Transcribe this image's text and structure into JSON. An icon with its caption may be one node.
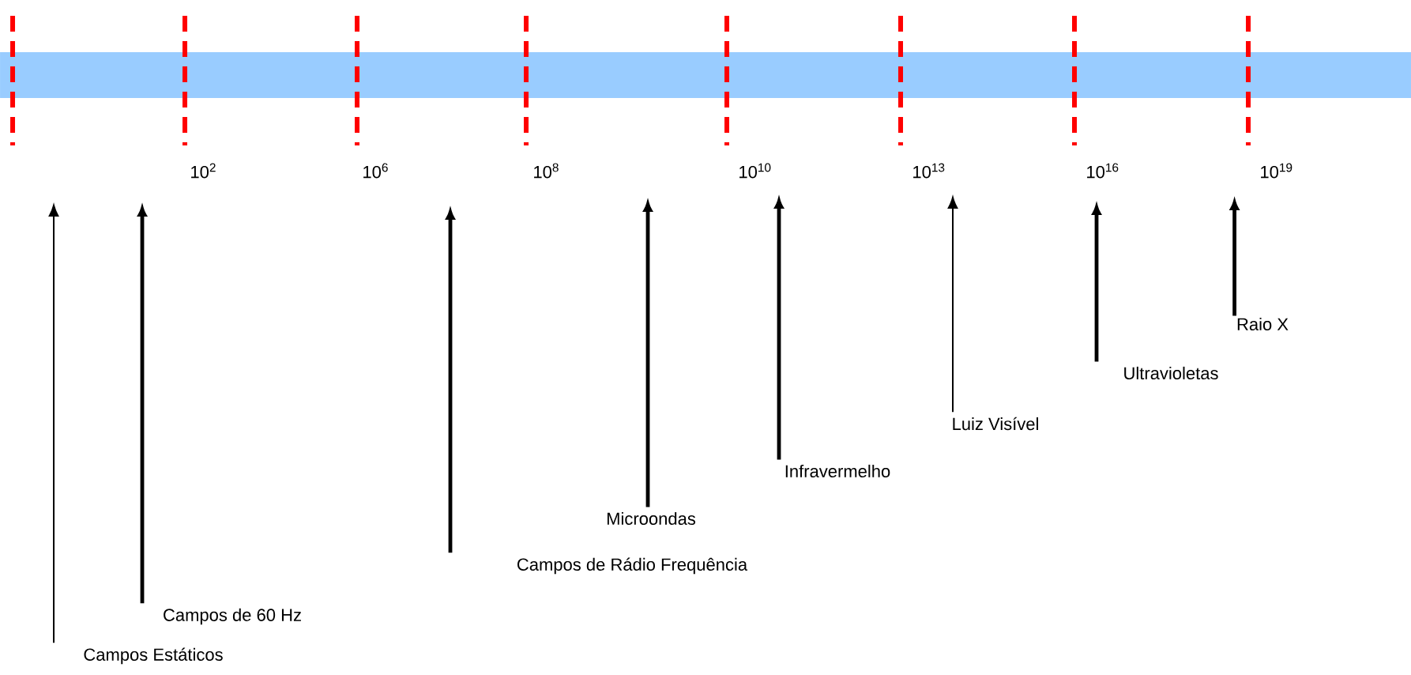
{
  "diagram": {
    "nodes": [
      {
        "text": [],
        "shape": "bar"
      },
      {
        "text": [
          "Campos Estáticos"
        ]
      },
      {
        "text": [
          "Campos de 60 Hz"
        ]
      },
      {
        "text": [
          "Campos de Rádio Frequência"
        ]
      },
      {
        "text": [
          "Microondas"
        ]
      },
      {
        "text": [
          "Infravermelho"
        ]
      },
      {
        "text": [
          "Luiz Visível"
        ]
      },
      {
        "text": [
          "Ultravioletas"
        ]
      },
      {
        "text": [
          "Raio X"
        ]
      }
    ],
    "edges": [
      {
        "from": 1,
        "to": null,
        "arrow": "to"
      },
      {
        "from": 2,
        "to": null,
        "arrow": "to"
      },
      {
        "from": 3,
        "to": null,
        "arrow": "to"
      },
      {
        "from": 4,
        "to": null,
        "arrow": "to"
      },
      {
        "from": 5,
        "to": null,
        "arrow": "to"
      },
      {
        "from": 6,
        "to": null,
        "arrow": "to"
      },
      {
        "from": 7,
        "to": null,
        "arrow": "to"
      },
      {
        "from": 8,
        "to": null,
        "arrow": "to"
      }
    ],
    "labels": [
      "10$^{2}$",
      "10$^{6}$",
      "10$^{8}$",
      "10$^{10}$",
      "10$^{13}$",
      "10$^{16}$",
      "10$^{19}$"
    ]
  }
}
